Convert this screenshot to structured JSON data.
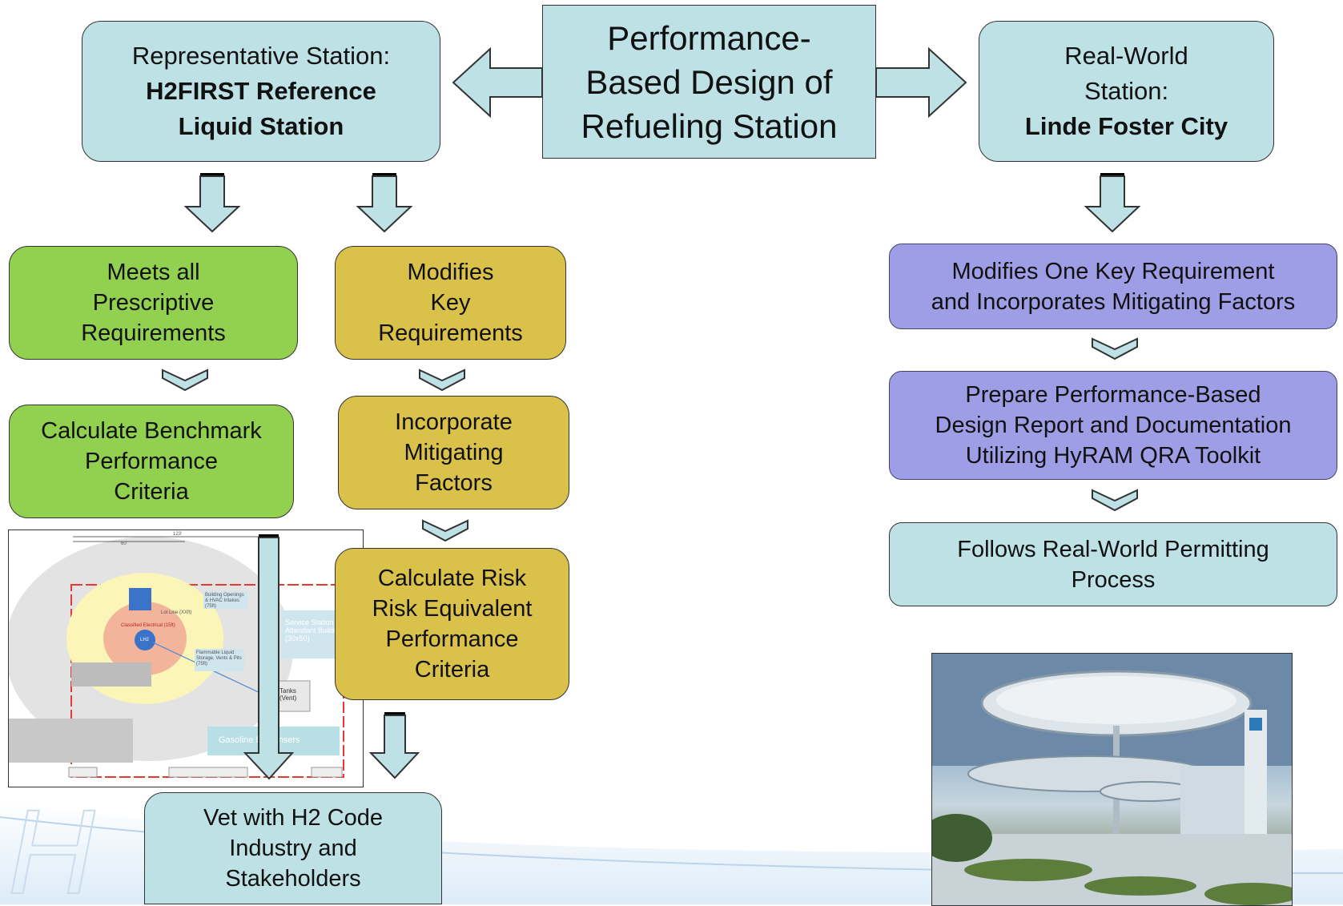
{
  "center": {
    "lines": [
      "Performance-",
      "Based Design of",
      "Refueling Station"
    ]
  },
  "rep_station": {
    "label": "Representative Station:",
    "name_line1": "H2FIRST Reference",
    "name_line2": "Liquid Station"
  },
  "real_station": {
    "line1": "Real-World",
    "line2": "Station:",
    "name": "Linde Foster City"
  },
  "left_col": {
    "meets": [
      "Meets all",
      "Prescriptive",
      "Requirements"
    ],
    "benchmark": [
      "Calculate Benchmark",
      "Performance",
      "Criteria"
    ]
  },
  "mid_col": {
    "modifies": [
      "Modifies",
      "Key",
      "Requirements"
    ],
    "incorporate": [
      "Incorporate",
      "Mitigating",
      "Factors"
    ],
    "risk": [
      "Calculate Risk",
      "Risk Equivalent",
      "Performance",
      "Criteria"
    ],
    "vet": [
      "Vet with H2 Code",
      "Industry and",
      "Stakeholders"
    ]
  },
  "right_col": {
    "modifies_one": [
      "Modifies One Key Requirement",
      "and Incorporates Mitigating Factors"
    ],
    "prepare": [
      "Prepare Performance-Based",
      "Design Report and Documentation",
      "Utilizing HyRAM QRA Toolkit"
    ],
    "follows": [
      "Follows Real-World Permitting",
      "Process"
    ]
  },
  "site_plan": {
    "dim_123": "123'",
    "dim_60": "60'",
    "building_openings": "Building Openings & HVAC Intakes (75ft)",
    "lot_line": "Lot Line (XXft)",
    "classified_electrical": "Classified Electrical (15ft)",
    "lh2": "LH2",
    "flammable_liquid": "Flammable Liquid Storage, Vents & Pits (75ft)",
    "service_station": "Service Station Attendant Building (30x50)",
    "tanks": "Tanks (Vent)",
    "gasoline": "Gasoline Dispensers"
  },
  "colors": {
    "teal": "#bde1e5",
    "green": "#92d050",
    "olive": "#d9c14a",
    "purple": "#9e9ee6"
  }
}
